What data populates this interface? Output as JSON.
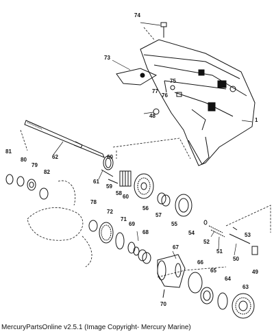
{
  "caption": "MercuryPartsOnline v2.5.1 (Image Copyright- Mercury Marine)",
  "callouts": [
    "1",
    "48",
    "49",
    "50",
    "51",
    "52",
    "53",
    "54",
    "55",
    "56",
    "57",
    "58",
    "59",
    "60",
    "61",
    "62",
    "63",
    "64",
    "65",
    "66",
    "67",
    "68",
    "69",
    "70",
    "71",
    "72",
    "73",
    "74",
    "75",
    "76",
    "77",
    "78",
    "79",
    "80",
    "81",
    "60"
  ]
}
